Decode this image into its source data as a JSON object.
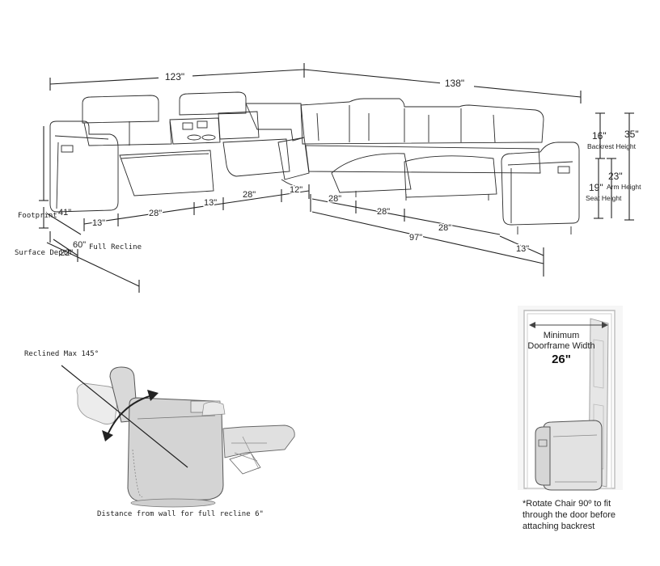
{
  "dimensions": {
    "overall_left": "123\"",
    "overall_right": "138\"",
    "backrest_height_value": "16\"",
    "backrest_height_label": "Backrest Height",
    "total_height": "35\"",
    "seat_height_value": "19\"",
    "seat_height_label": "Seat Height",
    "arm_height_value": "23\"",
    "arm_height_label": "Arm Height",
    "footprint_label": "Footprint",
    "footprint_value": "41\"",
    "surface_depth_label": "Surface Depth",
    "surface_depth_value": "22\"",
    "full_recline_value": "60\"",
    "full_recline_label": "Full Recline",
    "bottom_left_segments": [
      "13\"",
      "28\"",
      "13\"",
      "28\"",
      "12\""
    ],
    "bottom_right_segments": [
      "28\"",
      "28\"",
      "28\""
    ],
    "bottom_right_total": "97\"",
    "bottom_right_end": "13\""
  },
  "recline": {
    "max_label": "Reclined Max 145°",
    "wall_distance_label": "Distance from wall for full recline 6\""
  },
  "door": {
    "heading": "Minimum Doorframe Width",
    "width_value": "26\"",
    "note": "*Rotate Chair 90º to fit through the door before attaching backrest"
  }
}
